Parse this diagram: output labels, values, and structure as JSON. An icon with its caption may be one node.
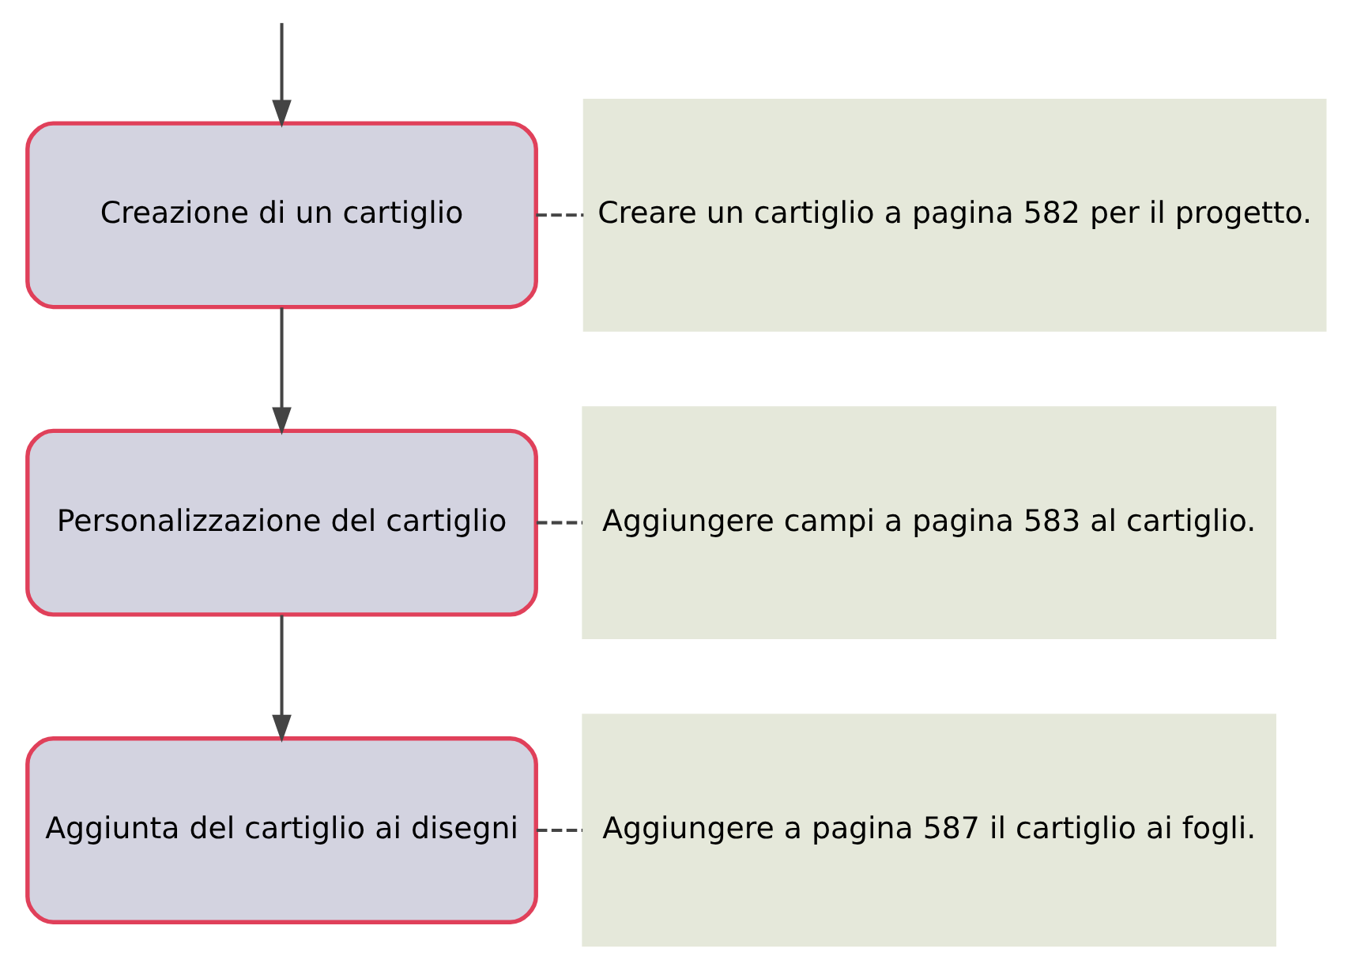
{
  "diagram": {
    "nodes": [
      {
        "text": [
          "Creazione di un cartiglio"
        ]
      },
      {
        "text": [
          "Creare un cartiglio a pagina 582 per il progetto."
        ]
      },
      {
        "text": [
          "Personalizzazione del cartiglio"
        ]
      },
      {
        "text": [
          "Aggiungere campi a pagina 583 al cartiglio."
        ]
      },
      {
        "text": [
          "Aggiunta del cartiglio ai disegni"
        ]
      },
      {
        "text": [
          "Aggiungere a pagina 587 il cartiglio ai fogli."
        ]
      }
    ],
    "edges": [
      {
        "from": null,
        "to": 0,
        "arrow": "to"
      },
      {
        "from": 0,
        "to": 1,
        "arrow": "none",
        "style": "dashed"
      },
      {
        "from": 0,
        "to": 2,
        "arrow": "to"
      },
      {
        "from": 2,
        "to": 3,
        "arrow": "none",
        "style": "dashed"
      },
      {
        "from": 2,
        "to": 4,
        "arrow": "to"
      },
      {
        "from": 4,
        "to": 5,
        "arrow": "none",
        "style": "dashed"
      }
    ]
  }
}
